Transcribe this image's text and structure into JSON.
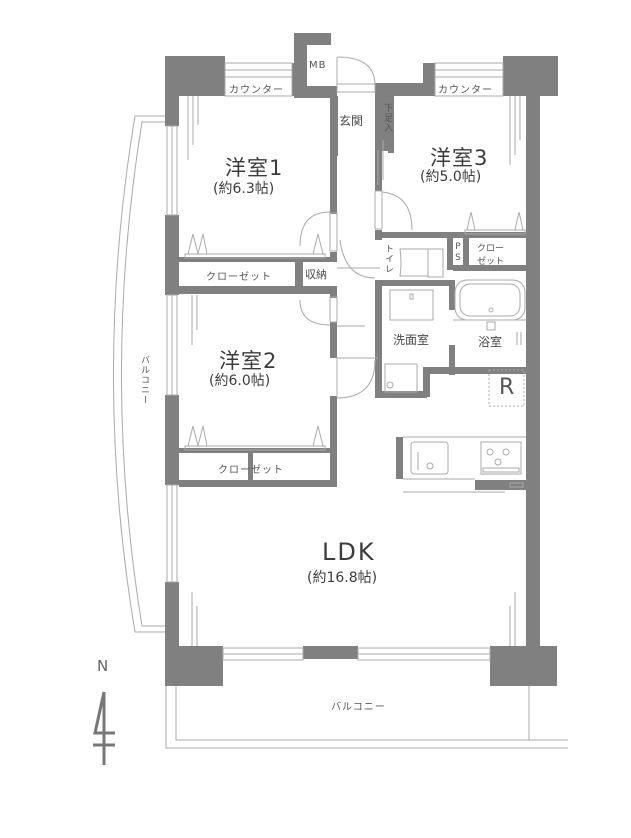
{
  "plan": {
    "colors": {
      "wall": "#808080",
      "line": "#b0b0b0",
      "background": "#ffffff",
      "text": "#3c3c3c"
    },
    "rooms": {
      "western1": {
        "name": "洋室1",
        "area": "(約6.3帖)"
      },
      "western2": {
        "name": "洋室2",
        "area": "(約6.0帖)"
      },
      "western3": {
        "name": "洋室3",
        "area": "(約5.0帖)"
      },
      "ldk": {
        "name": "LDK",
        "area": "(約16.8帖)"
      }
    },
    "labels": {
      "counter_left": "カウンター",
      "counter_right": "カウンター",
      "mb": "MB",
      "entrance": "玄関",
      "shoe_storage": "下足入",
      "closet1": "クローゼット",
      "closet2": "クローゼット",
      "closet3": "クローゼット",
      "closet3_line1": "クロー",
      "closet3_line2": "ゼット",
      "storage": "収納",
      "toilet": "トイレ",
      "ps": "PS",
      "washroom": "洗面室",
      "bathroom": "浴室",
      "refrigerator": "R",
      "balcony_west": "バルコニー",
      "balcony_south": "バルコニー"
    },
    "compass": {
      "label": "N",
      "icon": "north-arrow-icon"
    }
  }
}
